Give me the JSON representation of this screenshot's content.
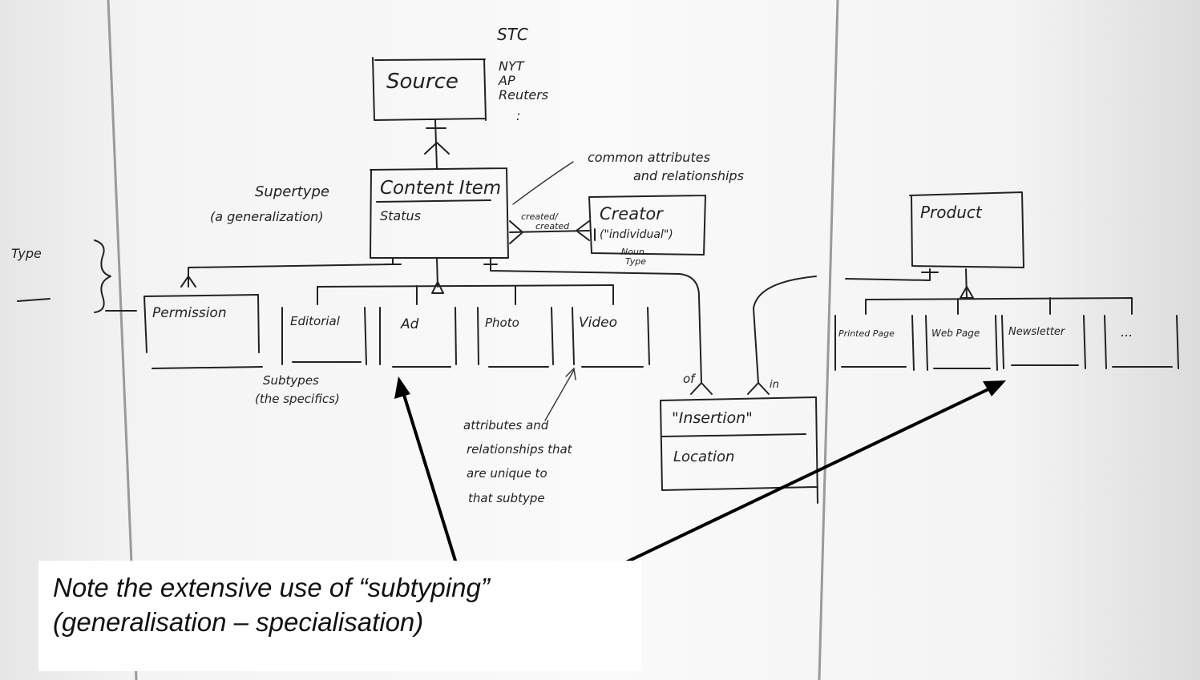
{
  "board": {
    "header": "STC",
    "source": {
      "title": "Source",
      "list": [
        "NYT",
        "AP",
        "Reuters",
        ":"
      ]
    },
    "content_item": {
      "title": "Content Item",
      "attribute": "Status"
    },
    "supertype_note": [
      "Supertype",
      "(a generalization)"
    ],
    "common_note": [
      "common attributes",
      "and relationships"
    ],
    "relationship_label": [
      "created/",
      "created"
    ],
    "creator": {
      "title": "Creator",
      "sub": "(\"individual\")",
      "note": [
        "Noun",
        "Type"
      ]
    },
    "type_label": "Type",
    "subtypes": [
      "Permission",
      "Editorial",
      "Ad",
      "Photo",
      "Video"
    ],
    "subtypes_note": [
      "Subtypes",
      "(the specifics)"
    ],
    "unique_note": [
      "attributes and",
      "relationships that",
      "are unique to",
      "that subtype"
    ],
    "insertion": {
      "title": "\"Insertion\"",
      "attribute": "Location",
      "of_label": "of",
      "in_label": "in"
    },
    "product": {
      "title": "Product",
      "subtypes": [
        "Printed Page",
        "Web Page",
        "Newsletter",
        "..."
      ]
    }
  },
  "caption": {
    "line1": "Note the extensive use of “subtyping”",
    "line2": "(generalisation – specialisation)"
  }
}
